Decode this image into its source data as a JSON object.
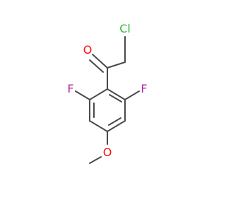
{
  "molecule": {
    "atoms": {
      "chlorine": {
        "symbol": "Cl",
        "color": "#2db82d"
      },
      "oxygen_carbonyl": {
        "symbol": "O",
        "color": "#ff0d0d"
      },
      "fluorine_left": {
        "symbol": "F",
        "color": "#b5229e"
      },
      "fluorine_right": {
        "symbol": "F",
        "color": "#b5229e"
      },
      "oxygen_ether": {
        "symbol": "O",
        "color": "#ff0d0d"
      }
    },
    "bond_color": "#4a4a4a",
    "background": "#ffffff"
  }
}
